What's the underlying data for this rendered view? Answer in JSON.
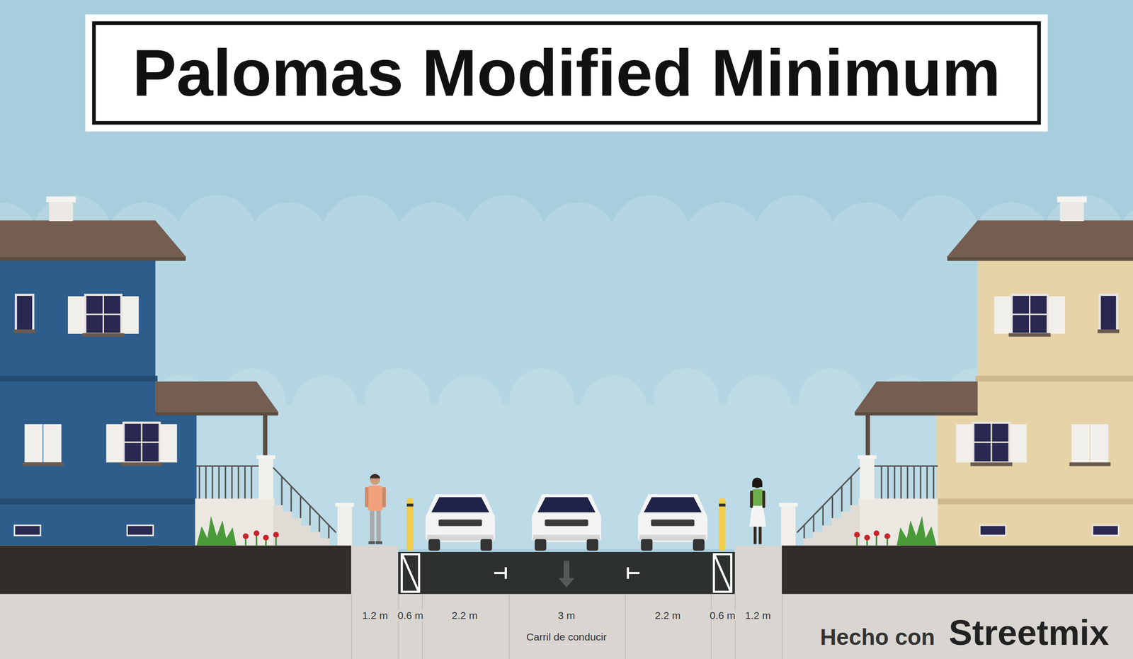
{
  "diagram": {
    "title": "Palomas Modified Minimum",
    "labels": [
      "1.2 m",
      "0.6 m",
      "2.2 m",
      "3 m",
      "Carril de conducir",
      "2.2 m",
      "0.6 m",
      "1.2 m",
      "Hecho con",
      "Streetmix"
    ]
  }
}
